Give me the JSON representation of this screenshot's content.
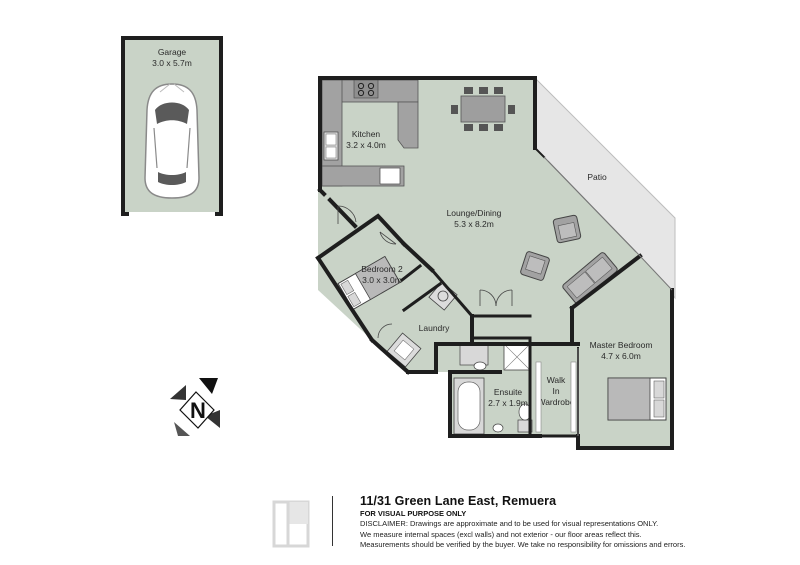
{
  "rooms": {
    "garage": {
      "name": "Garage",
      "dims": "3.0  x  5.7m"
    },
    "kitchen": {
      "name": "Kitchen",
      "dims": "3.2  x  4.0m"
    },
    "lounge": {
      "name": "Lounge/Dining",
      "dims": "5.3  x  8.2m"
    },
    "patio": {
      "name": "Patio"
    },
    "bedroom2": {
      "name": "Bedroom 2",
      "dims": "3.0  x  3.0m"
    },
    "laundry": {
      "name": "Laundry"
    },
    "master": {
      "name": "Master Bedroom",
      "dims": "4.7  x  6.0m"
    },
    "ensuite": {
      "name": "Ensuite",
      "dims": "2.7  x  1.9m"
    },
    "wardrobe": {
      "line1": "Walk",
      "line2": "In",
      "line3": "Wardrobe"
    }
  },
  "compass": {
    "letter": "N"
  },
  "footer": {
    "address": "11/31 Green Lane East, Remuera",
    "visual_only": "FOR VISUAL PURPOSE ONLY",
    "disclaimer_1": "DISCLAIMER: Drawings are approximate and to be used for visual representations ONLY.",
    "disclaimer_2": "We measure internal spaces (excl walls) and not exterior - our floor areas reflect this.",
    "disclaimer_3": "Measurements should be verified by the buyer. We take no responsibility for omissions and errors."
  },
  "colors": {
    "floor": "#c9d3c7",
    "patio": "#e6e6e6",
    "wall": "#1e1e1e",
    "furniture": "#a2a2a2"
  }
}
